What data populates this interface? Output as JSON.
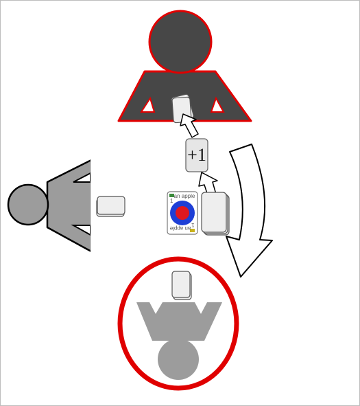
{
  "colors": {
    "active_player": "#474747",
    "waiting_player": "#9c9c9c",
    "highlight": "#e00000",
    "card_face": "#eeeeee",
    "card_edge": "#555555",
    "target_blue": "#1e3fd6",
    "target_red": "#e0181f",
    "outline": "#000000"
  },
  "icons": {
    "arrow": "arrow-icon",
    "turn_direction": "curved-arrow-icon",
    "player": "person-icon",
    "card_stack": "card-stack-icon"
  },
  "played_card": {
    "top_text": "an apple",
    "bottom_text": "an apple",
    "corner_value": "1"
  },
  "bonus_card": {
    "label": "+1"
  }
}
